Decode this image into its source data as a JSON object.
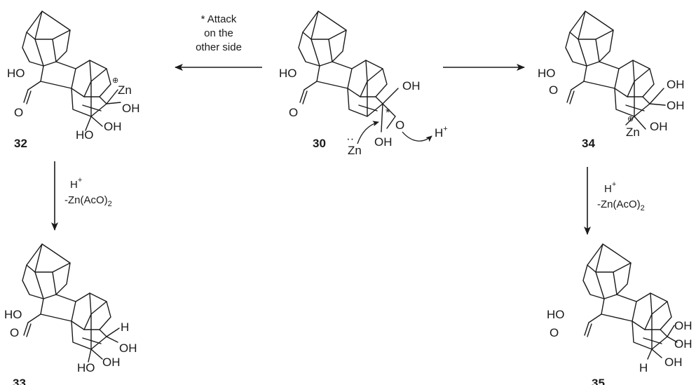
{
  "compounds": {
    "c30": {
      "label": "30"
    },
    "c32": {
      "label": "32"
    },
    "c33": {
      "label": "33"
    },
    "c34": {
      "label": "34"
    },
    "c35": {
      "label": "35"
    }
  },
  "atoms": {
    "ho": "HO",
    "oh": "OH",
    "o": "O",
    "zn": "Zn",
    "h": "H",
    "h_plus": "H",
    "plus_sign": "+",
    "star": "*",
    "charge": "⊕",
    "lone_pair": "··"
  },
  "arrows": {
    "left_top": {
      "lines": [
        "* Attack",
        "on the",
        "other side"
      ]
    },
    "down": {
      "proton": "H",
      "plus": "+",
      "reagent_prefix": "-Zn(AcO)",
      "reagent_subscript": "2"
    }
  },
  "colors": {
    "ink": "#1a1a1a",
    "background": "#ffffff"
  }
}
